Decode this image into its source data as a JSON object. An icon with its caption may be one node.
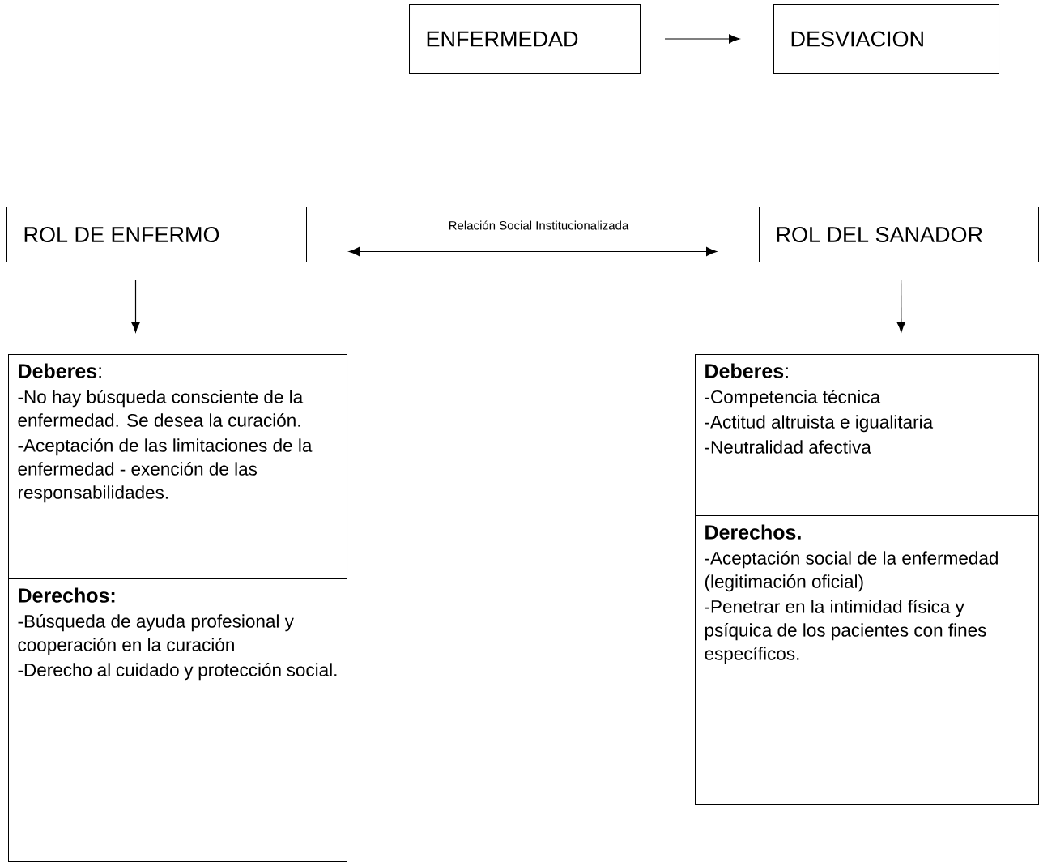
{
  "diagram": {
    "nodes": [
      {
        "text": [
          "ENFERMEDAD"
        ]
      },
      {
        "text": [
          "DESVIACION"
        ]
      },
      {
        "text": [
          "ROL DE ENFERMO"
        ]
      },
      {
        "text": [
          "ROL DEL SANADOR"
        ]
      },
      {
        "text": [
          "**Deberes**:",
          "-No hay búsqueda consciente de la enfermedad. Se desea la curación.",
          "-Aceptación de las limitaciones de la enfermedad - exención de las responsabilidades."
        ]
      },
      {
        "text": [
          "Derechos:",
          "-Búsqueda de ayuda profesional y cooperación en la curación",
          "-Derecho al cuidado y protección social."
        ]
      },
      {
        "text": [
          "**Deberes**:",
          "-Competencia técnica",
          "-Actitud altruista e igualitaria",
          "-Neutralidad afectiva"
        ]
      },
      {
        "text": [
          "Derechos.",
          "-Aceptación social de la enfermedad (legitimación oficial)",
          "-Penetrar en la intimidad física y psíquica de los pacientes con fines específicos."
        ]
      }
    ],
    "edges": [
      {
        "from": 0,
        "to": 1,
        "arrow": "to"
      },
      {
        "from": 2,
        "to": 3,
        "arrow": "both",
        "label": "Relación Social Institucionalizada"
      },
      {
        "from": 2,
        "to": 4,
        "arrow": "to"
      },
      {
        "from": 3,
        "to": 6,
        "arrow": "to"
      }
    ]
  }
}
